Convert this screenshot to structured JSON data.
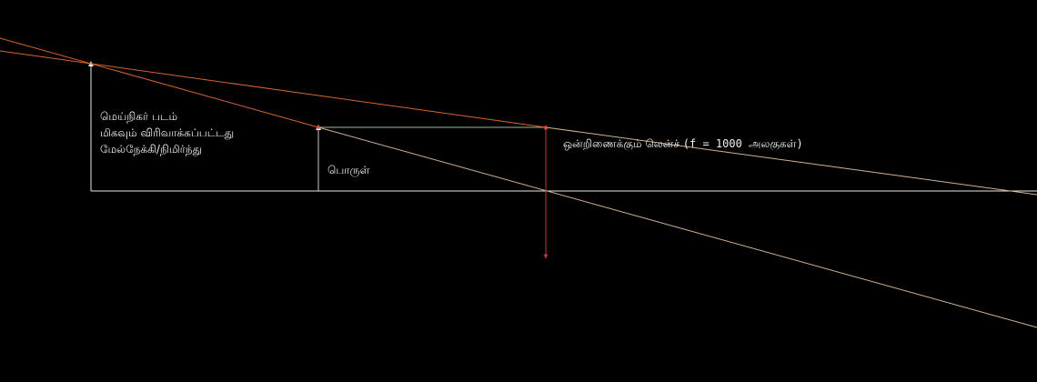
{
  "labels": {
    "image": {
      "line1": "மெய்நிகர் படம்",
      "line2": "மிகவும் விரிவாக்கப்பட்டது",
      "line3": "மேல்நேக்கி/நிமிர்ந்து"
    },
    "object": "பொருள்",
    "lens": {
      "name": "ஒன்றிணைக்கும் லென்ச்",
      "focal": "(f = 1000 அலகுகள்)"
    }
  },
  "colors": {
    "background": "#000000",
    "axis": "#e8e8e8",
    "object_arrow": "#c8c8c8",
    "image_arrow": "#e8e8e8",
    "ray_orange": "#d8642a",
    "ray_tan": "#d2b48c",
    "ray_green": "#8fbf8f",
    "lens": "#c0392b",
    "text": "#f2f2f2"
  }
}
